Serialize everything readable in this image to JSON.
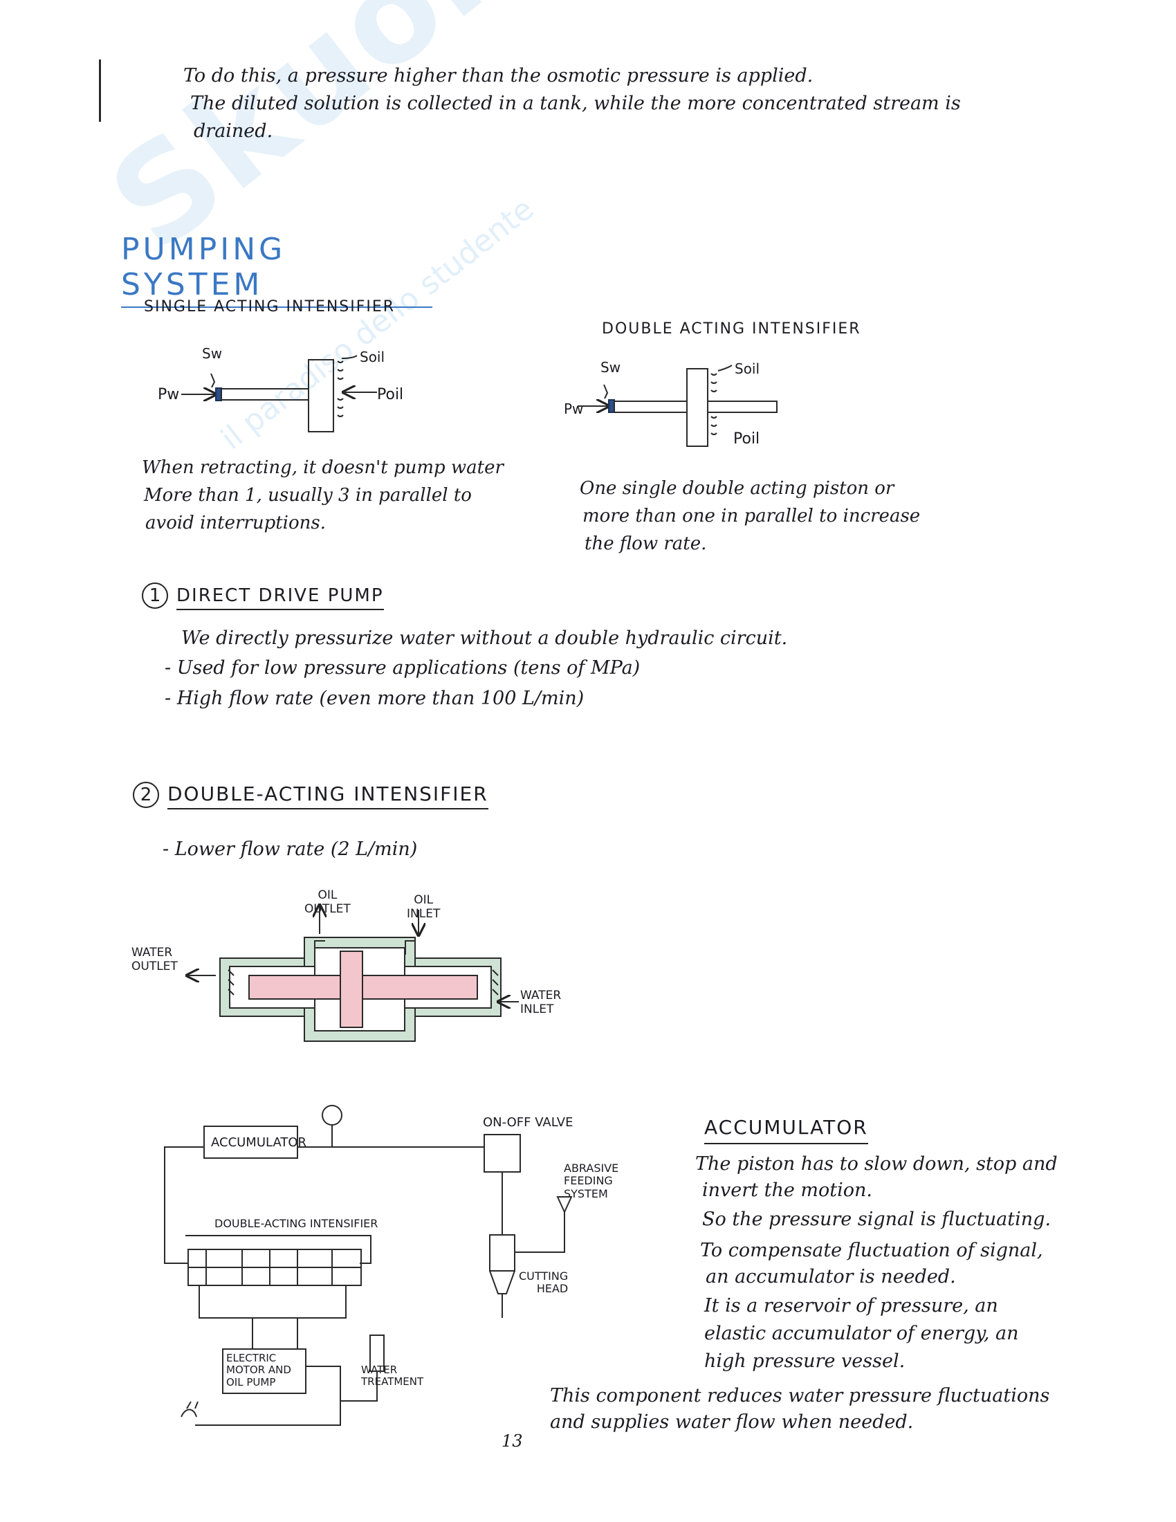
{
  "watermark": {
    "brand": "Skuola.net",
    "tagline": "il paradiso dello studente"
  },
  "intro": {
    "line1": "To do this, a pressure higher than the osmotic pressure is applied.",
    "line2": "The diluted solution is collected in a tank, while the more concentrated stream is",
    "line3": "drained."
  },
  "section_title": "PUMPING SYSTEM",
  "single": {
    "title": "SINGLE ACTING INTENSIFIER",
    "labels": {
      "sw": "Sw",
      "soil": "Soil",
      "pw": "Pw",
      "poil": "Poil"
    },
    "text1": "When retracting, it doesn't pump water",
    "text2": "More than 1, usually 3 in parallel to",
    "text3": "avoid interruptions."
  },
  "double": {
    "title": "DOUBLE ACTING INTENSIFIER",
    "labels": {
      "sw": "Sw",
      "soil": "Soil",
      "pw": "Pw",
      "poil": "Poil"
    },
    "text1": "One single double acting piston or",
    "text2": "more than one in parallel to increase",
    "text3": "the flow rate."
  },
  "direct_drive": {
    "number": "1",
    "title": "DIRECT DRIVE PUMP",
    "line1": "We directly pressurize water without a double hydraulic circuit.",
    "line2": "- Used for low pressure applications (tens of MPa)",
    "line3": "- High flow rate (even more than 100 L/min)"
  },
  "double_intensifier": {
    "number": "2",
    "title": "DOUBLE-ACTING INTENSIFIER",
    "line1": "- Lower flow rate (2 L/min)",
    "labels": {
      "oil_outlet_1": "OIL",
      "oil_outlet_2": "OUTLET",
      "oil_inlet_1": "OIL",
      "oil_inlet_2": "INLET",
      "water_outlet_1": "WATER",
      "water_outlet_2": "OUTLET",
      "water_inlet_1": "WATER",
      "water_inlet_2": "INLET"
    }
  },
  "system": {
    "accumulator": "ACCUMULATOR",
    "on_off_valve": "ON-OFF VALVE",
    "abrasive_1": "ABRASIVE",
    "abrasive_2": "FEEDING",
    "abrasive_3": "SYSTEM",
    "intensifier": "DOUBLE-ACTING INTENSIFIER",
    "cutting_1": "CUTTING",
    "cutting_2": "HEAD",
    "motor_1": "ELECTRIC",
    "motor_2": "MOTOR AND",
    "motor_3": "OIL PUMP",
    "water_1": "WATER",
    "water_2": "TREATMENT"
  },
  "accumulator_notes": {
    "title": "ACCUMULATOR",
    "lines": [
      "The piston has to slow down, stop and",
      "invert the motion.",
      "So the pressure signal is fluctuating.",
      "To compensate fluctuation of signal,",
      "an accumulator is needed.",
      "It is a reservoir of pressure, an",
      "elastic accumulator of energy, an",
      "high pressure vessel."
    ],
    "summary1": "This component reduces water pressure fluctuations",
    "summary2": "and supplies water flow when needed."
  },
  "page_number": "13",
  "colors": {
    "title_blue": "#3a78c4",
    "piston_pink": "#f2c6cc",
    "housing_green": "#cfe3d4"
  }
}
